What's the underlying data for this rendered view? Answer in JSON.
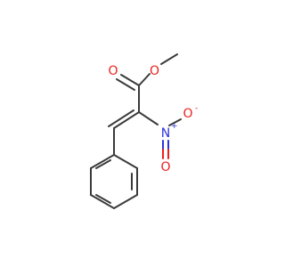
{
  "molecule": {
    "atoms": {
      "carbonyl_o": {
        "symbol": "O",
        "color": "#e8231f"
      },
      "ester_o": {
        "symbol": "O",
        "color": "#e8231f"
      },
      "nitro_n": {
        "symbol": "N",
        "charge": "+",
        "color": "#2b33e0"
      },
      "nitro_o": {
        "symbol": "O",
        "charge": "-",
        "color": "#e8231f"
      },
      "nitro_o2": {
        "symbol": "O",
        "color": "#e8231f"
      }
    },
    "colors": {
      "carbon_bond": "#3a3a3a",
      "oxygen": "#e8231f",
      "nitrogen": "#2b33e0"
    }
  }
}
